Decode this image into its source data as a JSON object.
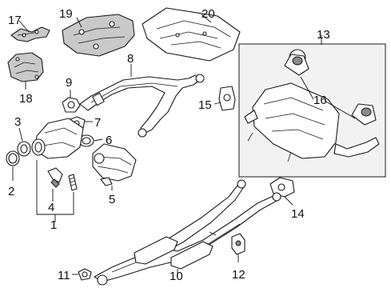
{
  "callouts": {
    "c1": "1",
    "c2": "2",
    "c3": "3",
    "c4": "4",
    "c5": "5",
    "c6": "6",
    "c7": "7",
    "c8": "8",
    "c9": "9",
    "c10": "10",
    "c11": "11",
    "c12": "12",
    "c13": "13",
    "c14": "14",
    "c15": "15",
    "c16": "16",
    "c17": "17",
    "c18": "18",
    "c19": "19",
    "c20": "20"
  },
  "colors": {
    "line": "#1a1a1a",
    "shade": "#c9c9c9",
    "box_fill": "#f2f2f2"
  }
}
